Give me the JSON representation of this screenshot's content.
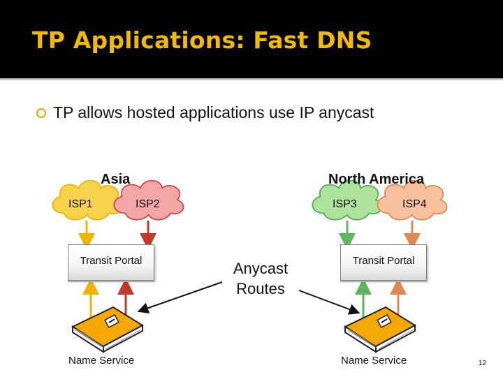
{
  "slide": {
    "title": "TP Applications: Fast DNS",
    "bullet": "TP allows hosted applications use IP anycast",
    "page_number": "12"
  },
  "diagram": {
    "regions": {
      "asia": "Asia",
      "north_america": "North America"
    },
    "isps": [
      {
        "label": "ISP1",
        "color": "#f7d24a",
        "edge": "#f0b400"
      },
      {
        "label": "ISP2",
        "color": "#f3a6a6",
        "edge": "#c84a4a"
      },
      {
        "label": "ISP3",
        "color": "#aee39c",
        "edge": "#4caf50"
      },
      {
        "label": "ISP4",
        "color": "#f8c19e",
        "edge": "#e08850"
      }
    ],
    "portal_left": "Transit Portal",
    "portal_right": "Transit Portal",
    "anycast_line1": "Anycast",
    "anycast_line2": "Routes",
    "service_left": "Name Service",
    "service_right": "Name Service"
  }
}
